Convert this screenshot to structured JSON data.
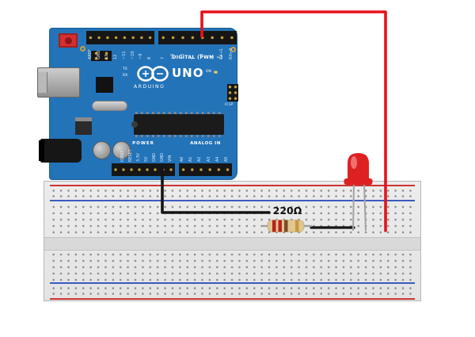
{
  "arduino": {
    "brand": "ARDUINO",
    "model": "UNO",
    "digital_header_label": "DIGITAL (PWM ~)",
    "power_header_label": "POWER",
    "analog_header_label": "ANALOG IN",
    "tx_label": "TX",
    "rx_label": "RX",
    "on_label": "ON",
    "icsp_label": "ICSP",
    "digital_pins": [
      "AREF",
      "GND",
      "13",
      "12",
      "~11",
      "~10",
      "~9",
      "8",
      "7",
      "~6",
      "~5",
      "4",
      "~3",
      "2",
      "TX→1",
      "RX←0"
    ],
    "power_pins": [
      "IOREF",
      "RESET",
      "3.3V",
      "5V",
      "GND",
      "GND",
      "VIN"
    ],
    "analog_pins": [
      "A0",
      "A1",
      "A2",
      "A3",
      "A4",
      "A5"
    ],
    "board_color": "#2373b9"
  },
  "breadboard": {
    "body_color": "#e7e7e7",
    "positive_rail_color": "#cc3333",
    "negative_rail_color": "#3a5bbf"
  },
  "resistor": {
    "label": "220Ω",
    "body_color": "#dfc693",
    "lead_color": "#9e9e9e",
    "bands": [
      {
        "name": "red",
        "hex": "#b8241c"
      },
      {
        "name": "red",
        "hex": "#b8241c"
      },
      {
        "name": "brown",
        "hex": "#7b4b26"
      },
      {
        "name": "gold",
        "hex": "#c89a3a"
      }
    ]
  },
  "led": {
    "color_name": "red",
    "color": "#dd2121",
    "leg_color": "#a3a3a3"
  },
  "wires": {
    "signal": {
      "color_name": "red",
      "color": "#e8111a"
    },
    "ground": {
      "color_name": "black",
      "color": "#141414"
    },
    "jumper": {
      "color_name": "black",
      "color": "#141414"
    }
  }
}
